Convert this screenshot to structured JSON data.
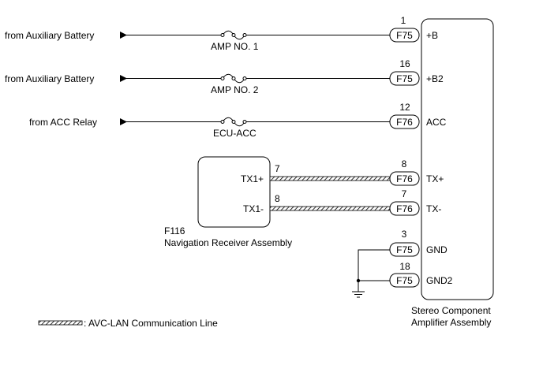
{
  "wires": [
    {
      "source": "from Auxiliary Battery",
      "fuse": "AMP NO. 1",
      "pin": "1",
      "connector": "F75",
      "terminal": "+B"
    },
    {
      "source": "from Auxiliary Battery",
      "fuse": "AMP NO. 2",
      "pin": "16",
      "connector": "F75",
      "terminal": "+B2"
    },
    {
      "source": "from ACC Relay",
      "fuse": "ECU-ACC",
      "pin": "12",
      "connector": "F76",
      "terminal": "ACC"
    }
  ],
  "comm_lines": [
    {
      "nav_terminal": "TX1+",
      "nav_pin": "7",
      "pin": "8",
      "connector": "F76",
      "terminal": "TX+"
    },
    {
      "nav_terminal": "TX1-",
      "nav_pin": "8",
      "pin": "7",
      "connector": "F76",
      "terminal": "TX-"
    }
  ],
  "grounds": [
    {
      "pin": "3",
      "connector": "F75",
      "terminal": "GND"
    },
    {
      "pin": "18",
      "connector": "F75",
      "terminal": "GND2"
    }
  ],
  "navigation_receiver": {
    "code": "F116",
    "name": "Navigation Receiver Assembly"
  },
  "amplifier": {
    "name_line1": "Stereo Component",
    "name_line2": "Amplifier Assembly"
  },
  "legend": {
    "label": ": AVC-LAN Communication Line"
  }
}
